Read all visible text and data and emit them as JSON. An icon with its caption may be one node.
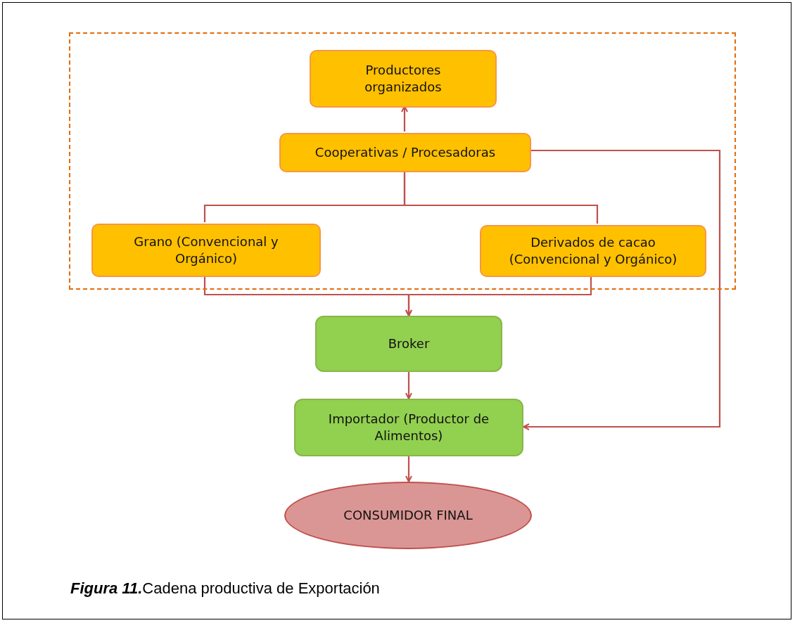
{
  "diagram": {
    "caption": "**Figura 11.**Cadena productiva de Exportación",
    "nodes": [
      {
        "text": [],
        "shape": "box"
      },
      {
        "text": [
          "Productores organizados"
        ],
        "in": 0
      },
      {
        "text": [
          "Cooperativas / Procesadoras"
        ],
        "in": 0
      },
      {
        "text": [
          "Grano (Convencional y Orgánico)"
        ],
        "in": 0
      },
      {
        "text": [
          "Derivados de cacao (Convencional y Orgánico)"
        ],
        "in": 0
      },
      {
        "text": [
          "Broker"
        ]
      },
      {
        "text": [
          "Importador (Productor de Alimentos)"
        ]
      },
      {
        "text": [
          "CONSUMIDOR FINAL"
        ]
      }
    ],
    "edges": [
      {
        "from": 2,
        "to": 1,
        "arrow": "to"
      },
      {
        "from": 2,
        "to": 3,
        "arrow": "none"
      },
      {
        "from": 2,
        "to": 4,
        "arrow": "none"
      },
      {
        "from": 3,
        "to": 5,
        "arrow": "to"
      },
      {
        "from": 4,
        "to": 5,
        "arrow": "to"
      },
      {
        "from": 5,
        "to": 6,
        "arrow": "to"
      },
      {
        "from": 2,
        "to": 6,
        "arrow": "to"
      },
      {
        "from": 6,
        "to": 7,
        "arrow": "to"
      }
    ]
  }
}
